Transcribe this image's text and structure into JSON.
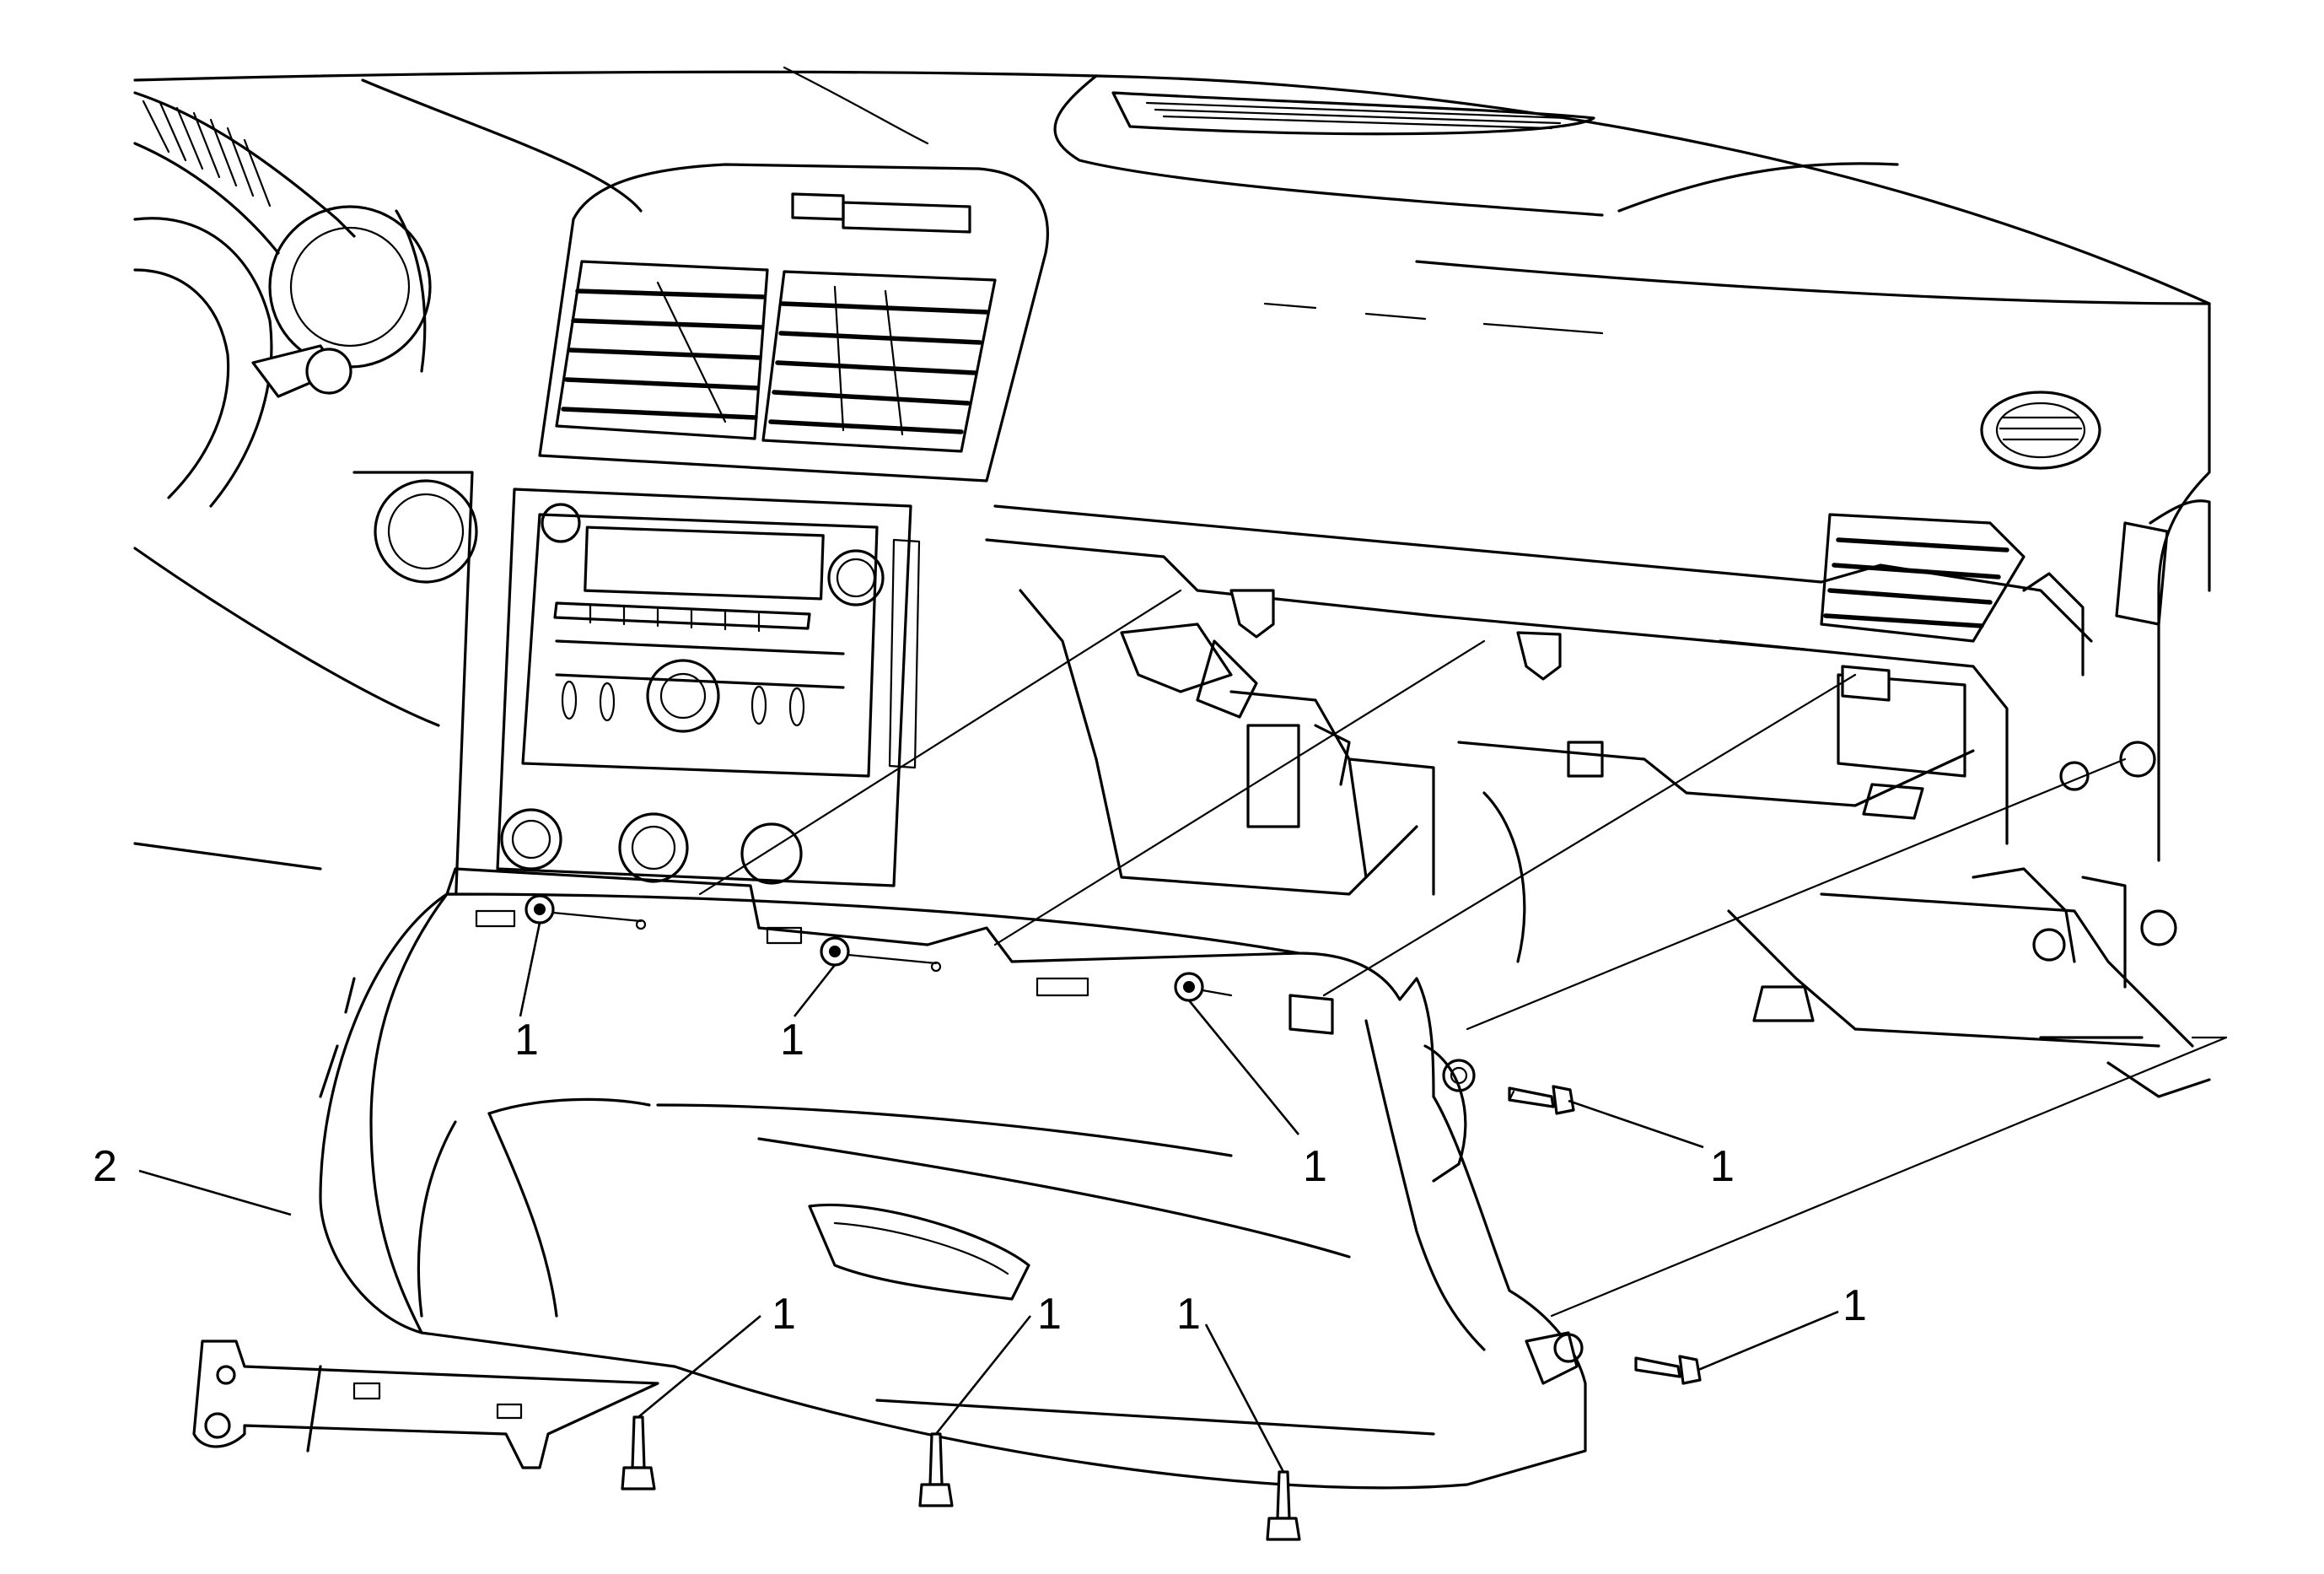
{
  "diagram": {
    "callouts": [
      {
        "id": "c1a",
        "text": "1",
        "refers_to": "fastener"
      },
      {
        "id": "c1b",
        "text": "1",
        "refers_to": "fastener"
      },
      {
        "id": "c1c",
        "text": "1",
        "refers_to": "fastener"
      },
      {
        "id": "c1d",
        "text": "1",
        "refers_to": "fastener"
      },
      {
        "id": "c1e",
        "text": "1",
        "refers_to": "fastener"
      },
      {
        "id": "c1f",
        "text": "1",
        "refers_to": "fastener"
      },
      {
        "id": "c1g",
        "text": "1",
        "refers_to": "fastener"
      },
      {
        "id": "c1h",
        "text": "1",
        "refers_to": "fastener"
      },
      {
        "id": "c2",
        "text": "2",
        "refers_to": "instrument-panel-lower-trim-panel"
      }
    ],
    "colors": {
      "ink": "#000000",
      "paper": "#ffffff"
    }
  }
}
